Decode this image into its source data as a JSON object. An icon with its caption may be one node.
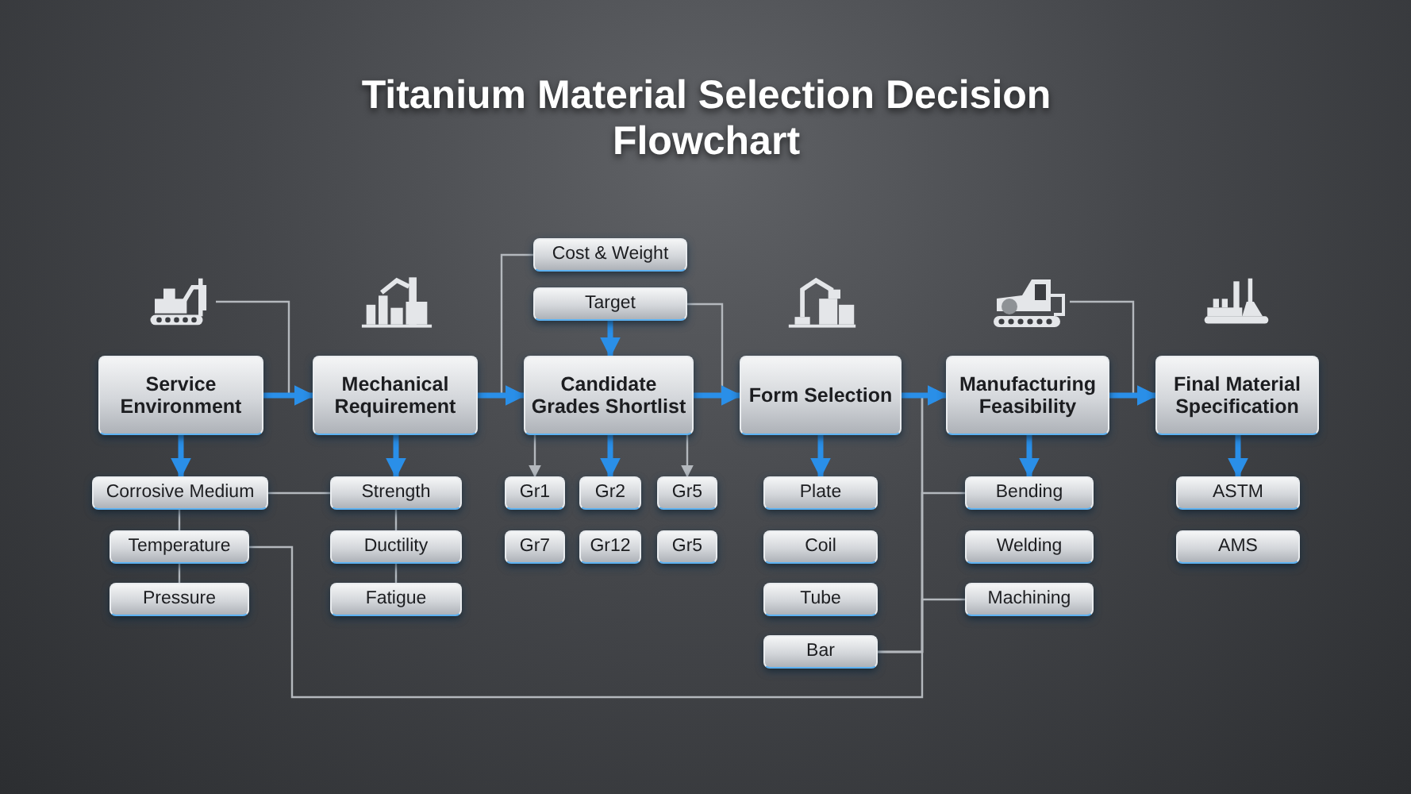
{
  "diagram": {
    "title": "Titanium Material Selection Decision Flowchart",
    "nodes": [
      {
        "text": [
          "Cost & Weight"
        ]
      },
      {
        "text": [
          "Target"
        ]
      },
      {
        "text": [],
        "shape": "picture"
      },
      {
        "text": [],
        "shape": "picture"
      },
      {
        "text": [
          "Service Environment"
        ]
      },
      {
        "text": [
          "Mechanical Requirement"
        ]
      },
      {
        "text": [
          "Candidate Grades Shortlist"
        ]
      },
      {
        "text": [
          "Form Selection"
        ]
      },
      {
        "text": [
          "Manufacturing Feasibility"
        ]
      },
      {
        "text": [
          "Final Material Specification"
        ]
      },
      {
        "text": [
          "Corrosive Medium"
        ]
      },
      {
        "text": [
          "Strength"
        ]
      },
      {
        "text": [
          "Gr1"
        ]
      },
      {
        "text": [
          "Gr2"
        ]
      },
      {
        "text": [
          "Gr5"
        ]
      },
      {
        "text": [
          "Plate"
        ]
      },
      {
        "text": [
          "Bending"
        ]
      },
      {
        "text": [
          "ASTM"
        ]
      },
      {
        "text": [
          "Temperature"
        ]
      },
      {
        "text": [
          "Ductility"
        ]
      },
      {
        "text": [
          "Gr7"
        ]
      },
      {
        "text": [
          "Gr12"
        ]
      },
      {
        "text": [
          "Gr5"
        ]
      },
      {
        "text": [
          "Coil"
        ]
      },
      {
        "text": [
          "Welding"
        ]
      },
      {
        "text": [
          "AMS"
        ]
      },
      {
        "text": [
          "Pressure"
        ]
      },
      {
        "text": [
          "Fatigue"
        ]
      },
      {
        "text": [
          "Tube"
        ]
      },
      {
        "text": [
          "Machining"
        ]
      },
      {
        "text": [
          "Bar"
        ]
      }
    ],
    "edges": [
      {
        "from": 4,
        "to": 5,
        "arrow": "to",
        "style": "thick",
        "color": "#2a8fe8"
      },
      {
        "from": 5,
        "to": 6,
        "arrow": "to",
        "style": "thick",
        "color": "#2a8fe8"
      },
      {
        "from": 6,
        "to": 7,
        "arrow": "to",
        "style": "thick",
        "color": "#2a8fe8"
      },
      {
        "from": 7,
        "to": 8,
        "arrow": "to",
        "style": "thick",
        "color": "#2a8fe8"
      },
      {
        "from": 8,
        "to": 9,
        "arrow": "to",
        "style": "thick",
        "color": "#2a8fe8"
      },
      {
        "from": 1,
        "to": 6,
        "arrow": "to",
        "style": "thick",
        "color": "#2a8fe8"
      },
      {
        "from": 4,
        "to": 10,
        "arrow": "to",
        "style": "thick",
        "color": "#2a8fe8"
      },
      {
        "from": 5,
        "to": 11,
        "arrow": "to",
        "style": "thick",
        "color": "#2a8fe8"
      },
      {
        "from": 6,
        "to": 13,
        "arrow": "to",
        "style": "thick",
        "color": "#2a8fe8"
      },
      {
        "from": 7,
        "to": 15,
        "arrow": "to",
        "style": "thick",
        "color": "#2a8fe8"
      },
      {
        "from": 8,
        "to": 16,
        "arrow": "to",
        "style": "thick",
        "color": "#2a8fe8"
      },
      {
        "from": 9,
        "to": 17,
        "arrow": "to",
        "style": "thick",
        "color": "#2a8fe8"
      },
      {
        "from": 2,
        "to": 5,
        "arrow": "to"
      },
      {
        "from": 3,
        "to": 9,
        "arrow": "to"
      },
      {
        "from": 0,
        "to": 6,
        "arrow": "to"
      },
      {
        "from": 1,
        "to": 7,
        "arrow": "to"
      },
      {
        "from": 10,
        "to": 18,
        "arrow": "none"
      },
      {
        "from": 18,
        "to": 26,
        "arrow": "none"
      },
      {
        "from": 10,
        "to": 11,
        "arrow": "none"
      },
      {
        "from": 11,
        "to": 19,
        "arrow": "none"
      },
      {
        "from": 19,
        "to": 27,
        "arrow": "none"
      },
      {
        "from": 6,
        "to": 12,
        "arrow": "to"
      },
      {
        "from": 6,
        "to": 14,
        "arrow": "to"
      },
      {
        "from": 18,
        "to": 8,
        "arrow": "to"
      },
      {
        "from": 30,
        "to": 8,
        "arrow": "to"
      },
      {
        "from": 30,
        "to": 16,
        "arrow": "none"
      },
      {
        "from": 30,
        "to": 29,
        "arrow": "none"
      }
    ]
  }
}
